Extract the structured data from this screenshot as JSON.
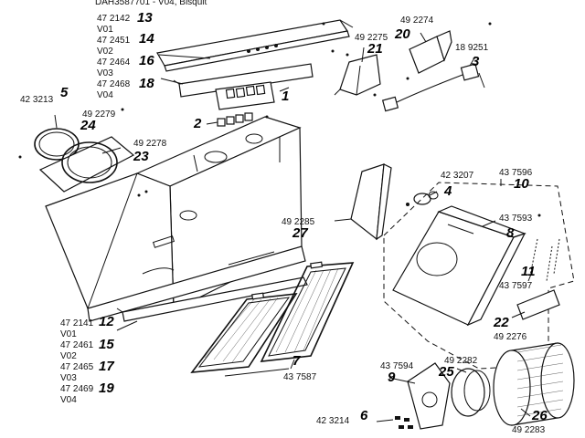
{
  "header": {
    "partial_text": "DAH3587701 - V04,  Bisquit"
  },
  "callouts": [
    {
      "key": "c13",
      "part": "47 2142",
      "number": "13"
    },
    {
      "key": "v01a",
      "part": "V01",
      "number": ""
    },
    {
      "key": "c14",
      "part": "47 2451",
      "number": "14"
    },
    {
      "key": "v02a",
      "part": "V02",
      "number": ""
    },
    {
      "key": "c16",
      "part": "47 2464",
      "number": "16"
    },
    {
      "key": "v03a",
      "part": "V03",
      "number": ""
    },
    {
      "key": "c18",
      "part": "47 2468",
      "number": "18"
    },
    {
      "key": "v04a",
      "part": "V04",
      "number": ""
    },
    {
      "key": "c5",
      "part": "42 3213",
      "number": "5"
    },
    {
      "key": "c24",
      "part": "49 2279",
      "number": "24"
    },
    {
      "key": "c23",
      "part": "49 2278",
      "number": "23"
    },
    {
      "key": "c21",
      "part": "49 2275",
      "number": "21"
    },
    {
      "key": "c20",
      "part": "49 2274",
      "number": "20"
    },
    {
      "key": "c3",
      "part": "18 9251",
      "number": "3"
    },
    {
      "key": "c1",
      "part": "",
      "number": "1"
    },
    {
      "key": "c2",
      "part": "",
      "number": "2"
    },
    {
      "key": "c4",
      "part": "42 3207",
      "number": "4"
    },
    {
      "key": "c10",
      "part": "43 7596",
      "number": "10"
    },
    {
      "key": "c8",
      "part": "43 7593",
      "number": "8"
    },
    {
      "key": "c27",
      "part": "49 2285",
      "number": "27"
    },
    {
      "key": "c11",
      "part": "43 7597",
      "number": "11"
    },
    {
      "key": "c22",
      "part": "49 2276",
      "number": "22"
    },
    {
      "key": "c12",
      "part": "47 2141",
      "number": "12"
    },
    {
      "key": "v01b",
      "part": "V01",
      "number": ""
    },
    {
      "key": "c15",
      "part": "47 2461",
      "number": "15"
    },
    {
      "key": "v02b",
      "part": "V02",
      "number": ""
    },
    {
      "key": "c17",
      "part": "47 2465",
      "number": "17"
    },
    {
      "key": "v03b",
      "part": "V03",
      "number": ""
    },
    {
      "key": "c19",
      "part": "47 2469",
      "number": "19"
    },
    {
      "key": "v04b",
      "part": "V04",
      "number": ""
    },
    {
      "key": "c7",
      "part": "43 7587",
      "number": "7"
    },
    {
      "key": "c9",
      "part": "43 7594",
      "number": "9"
    },
    {
      "key": "c25",
      "part": "49 2282",
      "number": "25"
    },
    {
      "key": "c6",
      "part": "42 3214",
      "number": "6"
    },
    {
      "key": "c26",
      "part": "49 2283",
      "number": "26"
    }
  ]
}
